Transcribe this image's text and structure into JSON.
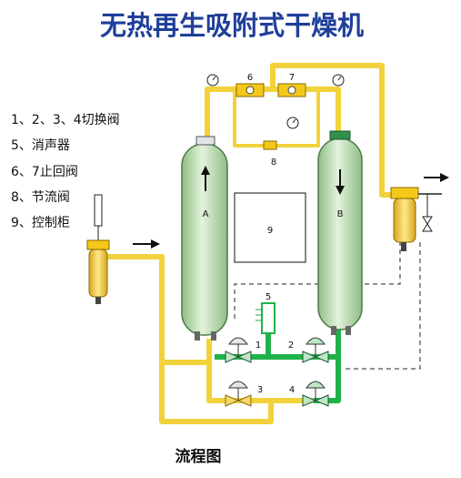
{
  "title": "无热再生吸附式干燥机",
  "legend": [
    "1、2、3、4切换阀",
    "5、消声器",
    "6、7止回阀",
    "8、节流阀",
    "9、控制柜"
  ],
  "labels": {
    "tower_a": "A",
    "tower_b": "B",
    "control_cabinet": "9",
    "valve_6": "6",
    "valve_7": "7",
    "valve_8": "8",
    "muffler": "5",
    "valve_1": "1",
    "valve_2": "2",
    "valve_3": "3",
    "valve_4": "4"
  },
  "caption": "流程图",
  "colors": {
    "title": "#1f3f9a",
    "pipe_yellow": "#f2d23a",
    "pipe_green": "#1fb24a",
    "tower": "#cfe8c6",
    "tower_dark": "#9cc592",
    "valve_green": "#bfe6c6"
  }
}
